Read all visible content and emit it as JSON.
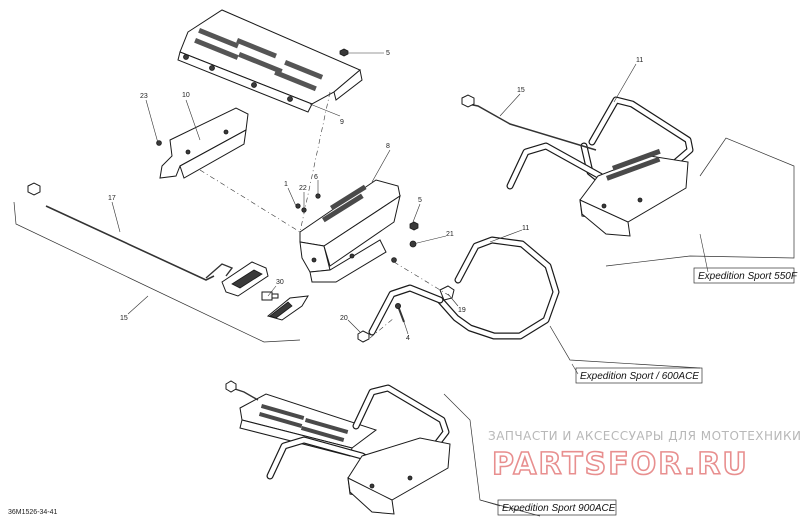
{
  "callouts": {
    "c1": "1",
    "c4": "4",
    "c5a": "5",
    "c5b": "5",
    "c6": "6",
    "c8": "8",
    "c9": "9",
    "c10": "10",
    "c11a": "11",
    "c11b": "11",
    "c15a": "15",
    "c15b": "15",
    "c17": "17",
    "c19": "19",
    "c20": "20",
    "c21": "21",
    "c22": "22",
    "c23": "23",
    "c30": "30"
  },
  "models": {
    "m550f": "Expedition Sport 550F",
    "m600ace": "Expedition Sport / 600ACE",
    "m900ace": "Expedition Sport 900ACE"
  },
  "figure_code": "36M1526-34-41",
  "watermark": {
    "tagline": "ЗАПЧАСТИ И АКСЕССУАРЫ ДЛЯ МОТОТЕХНИКИ",
    "brand": "PARTSFOR.RU"
  },
  "colors": {
    "watermark_brand": "#e88f8f",
    "watermark_tagline": "#b8b8b8"
  }
}
